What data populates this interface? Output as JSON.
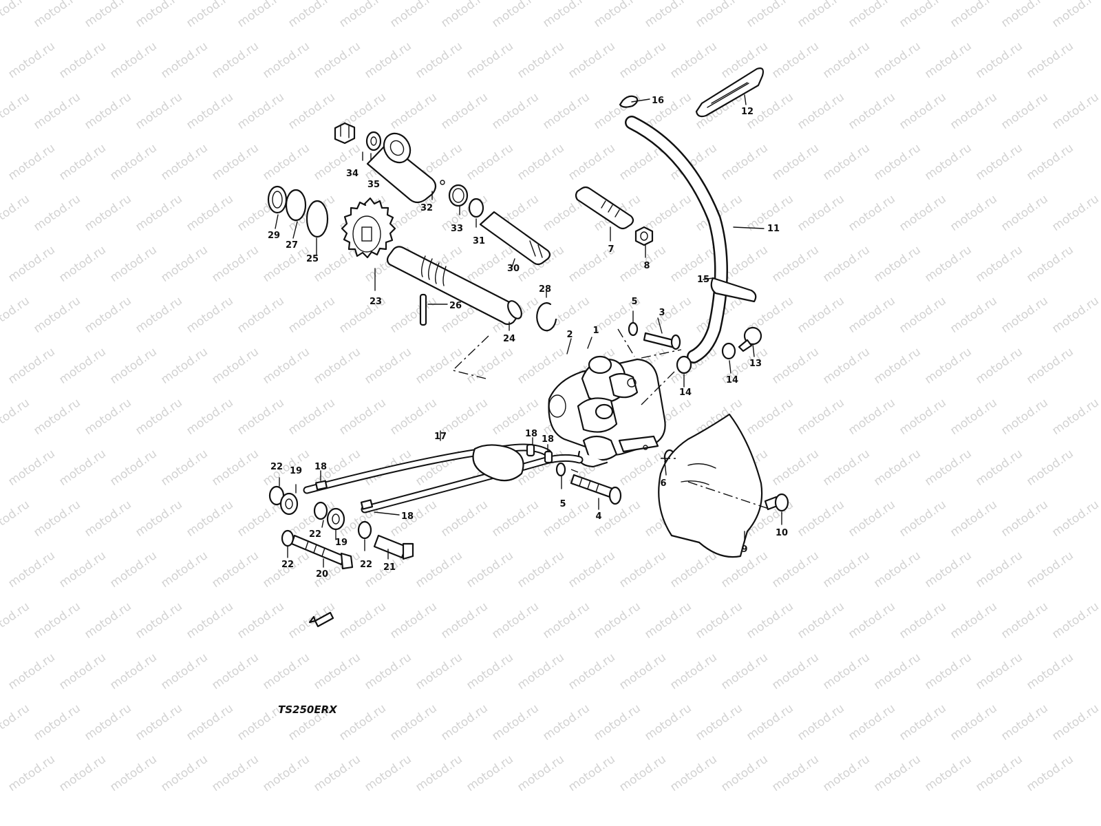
{
  "watermark": "motod.ru",
  "model_label": "TS250ERX",
  "callouts": [
    "1",
    "2",
    "3",
    "4",
    "5",
    "5",
    "6",
    "7",
    "8",
    "9",
    "10",
    "11",
    "12",
    "13",
    "14",
    "14",
    "15",
    "16",
    "17",
    "18",
    "18",
    "18",
    "18",
    "19",
    "19",
    "20",
    "21",
    "22",
    "22",
    "22",
    "22",
    "23",
    "24",
    "25",
    "26",
    "27",
    "28",
    "29",
    "30",
    "31",
    "32",
    "33",
    "34",
    "35"
  ]
}
